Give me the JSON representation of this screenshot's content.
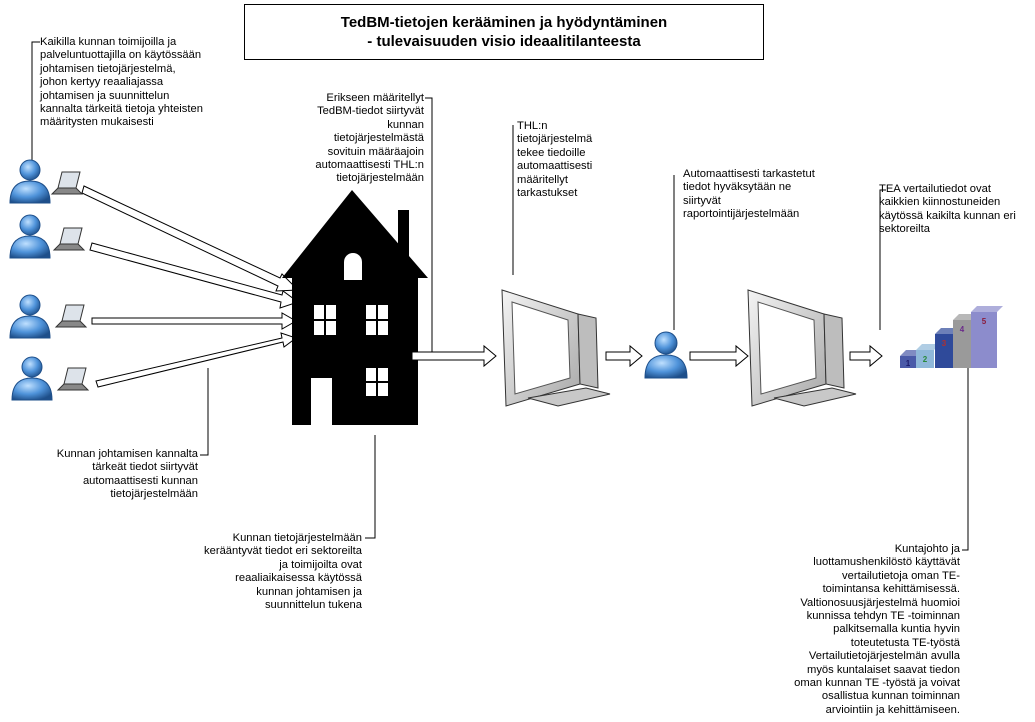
{
  "title": {
    "line1": "TedBM-tietojen kerääminen ja hyödyntäminen",
    "line2": "- tulevaisuuden visio ideaalitilanteesta"
  },
  "notes": {
    "users_systems": [
      "Kaikilla kunnan toimijoilla ja",
      "palveluntuottajilla on käytössään",
      "johtamisen tietojärjestelmä,",
      "johon kertyy reaaliajassa",
      "johtamisen ja suunnittelun",
      "kannalta tärkeitä tietoja yhteisten",
      "määritysten mukaisesti"
    ],
    "transfer_municipal": [
      "Kunnan johtamisen kannalta",
      "tärkeät tiedot siirtyvät",
      "automaattisesti kunnan",
      "tietojärjestelmään"
    ],
    "defined_data": [
      "Erikseen määritellyt",
      "TedBM-tiedot siirtyvät",
      "kunnan",
      "tietojärjestelmästä",
      "sovituin määräajoin",
      "automaattisesti THL:n",
      "tietojärjestelmään"
    ],
    "municipal_system": [
      "Kunnan tietojärjestelmään",
      "kerääntyvät tiedot eri sektoreilta",
      "ja toimijoilta ovat",
      "reaaliaikaisessa käytössä",
      "kunnan johtamisen ja",
      "suunnittelun tukena"
    ],
    "thl_checks": [
      "THL:n",
      "tietojärjestelmä",
      "tekee tiedoille",
      "automaattisesti",
      "määritellyt",
      "tarkastukset"
    ],
    "checked_data": [
      "Automaattisesti tarkastetut",
      "tiedot hyväksytään ne",
      "siirtyvät",
      "raportointijärjestelmään"
    ],
    "tea_comparison": [
      "TEA vertailutiedot ovat",
      "kaikkien kiinnostuneiden",
      "käytössä kaikilta kunnan eri",
      "sektoreilta"
    ],
    "municipal_leadership": [
      "Kuntajohto ja",
      "luottamushenkilöstö käyttävät",
      "vertailutietoja oman TE-",
      "toimintansa kehittämisessä.",
      "Valtionosuusjärjestelmä huomioi",
      "kunnissa tehdyn TE -toiminnan",
      "palkitsemalla kuntia hyvin",
      "toteutetusta TE-työstä",
      "Vertailutietojärjestelmän avulla",
      "myös kuntalaiset saavat tiedon",
      "oman kunnan TE -työstä ja voivat",
      "osallistua kunnan toiminnan",
      "arviointiin ja kehittämiseen."
    ]
  },
  "steps": {
    "labels": [
      "1",
      "2",
      "3",
      "4",
      "5"
    ],
    "colors": [
      "#4a5aa8",
      "#8fb8d9",
      "#2f4a9a",
      "#9a9a9a",
      "#8c8ccc"
    ],
    "label_colors": [
      "#1a1a6a",
      "#2a8a3a",
      "#b03030",
      "#6a2a8a",
      "#8a1a3a"
    ]
  },
  "icons": [
    "person-icon",
    "laptop-icon",
    "house-icon",
    "monitor-icon",
    "bar-steps-icon"
  ]
}
